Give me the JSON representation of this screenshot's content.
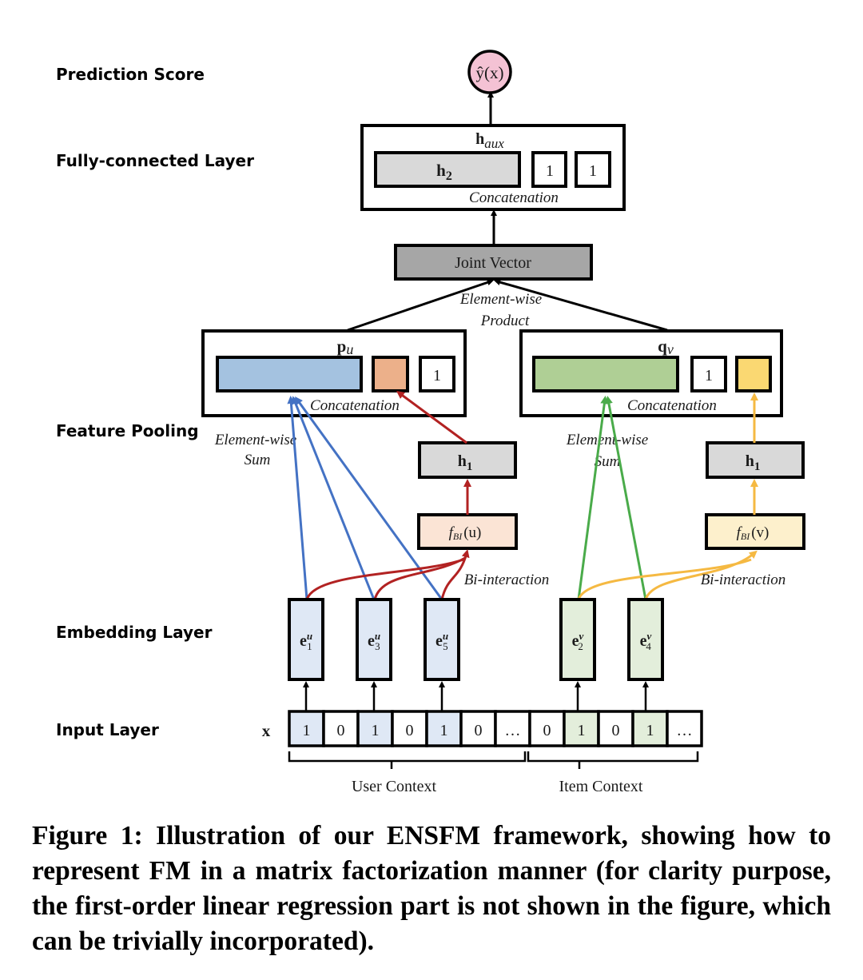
{
  "layer_labels": {
    "prediction": "Prediction Score",
    "fully_connected": "Fully-connected Layer",
    "feature_pooling": "Feature Pooling",
    "embedding": "Embedding Layer",
    "input": "Input Layer"
  },
  "output_node": {
    "label": "ŷ(x)",
    "fill": "#f4c2d4"
  },
  "haux": {
    "title_main": "h",
    "title_sub": "aux",
    "h2_main": "h",
    "h2_sub": "2",
    "ones": [
      "1",
      "1"
    ],
    "concat_label": "Concatenation"
  },
  "joint_vector": {
    "label": "Joint Vector",
    "fill": "#a6a6a6"
  },
  "product_label": {
    "line1": "Element-wise",
    "line2": "Product"
  },
  "user_pool": {
    "title_main": "p",
    "title_sub": "u",
    "one": "1",
    "concat_label": "Concatenation",
    "sum_line1": "Element-wise",
    "sum_line2": "Sum",
    "h1_main": "h",
    "h1_sub": "1",
    "fbi_main": "f",
    "fbi_sub": "BI",
    "fbi_arg": "(u)",
    "bi_label": "Bi-interaction",
    "colors": {
      "vector": "#a4c2e0",
      "bias": "#ecb08a",
      "fbi": "#fbe4d5",
      "sum_edge": "#4472c4",
      "bi_edge": "#b22222"
    }
  },
  "item_pool": {
    "title_main": "q",
    "title_sub": "v",
    "one": "1",
    "concat_label": "Concatenation",
    "sum_line1": "Element-wise",
    "sum_line2": "Sum",
    "h1_main": "h",
    "h1_sub": "1",
    "fbi_main": "f",
    "fbi_sub": "BI",
    "fbi_arg": "(v)",
    "bi_label": "Bi-interaction",
    "colors": {
      "vector": "#afcf95",
      "bias": "#fad872",
      "fbi": "#fdf0cc",
      "sum_edge": "#4aab4a",
      "bi_edge": "#f5b942"
    }
  },
  "embeddings": [
    {
      "main": "e",
      "sup": "u",
      "sub": "1",
      "group": "user"
    },
    {
      "main": "e",
      "sup": "u",
      "sub": "3",
      "group": "user"
    },
    {
      "main": "e",
      "sup": "u",
      "sub": "5",
      "group": "user"
    },
    {
      "main": "e",
      "sup": "v",
      "sub": "2",
      "group": "item"
    },
    {
      "main": "e",
      "sup": "v",
      "sub": "4",
      "group": "item"
    }
  ],
  "input_vector": {
    "label": "x",
    "cells": [
      {
        "value": "1",
        "active": true,
        "group": "user"
      },
      {
        "value": "0",
        "active": false,
        "group": "user"
      },
      {
        "value": "1",
        "active": true,
        "group": "user"
      },
      {
        "value": "0",
        "active": false,
        "group": "user"
      },
      {
        "value": "1",
        "active": true,
        "group": "user"
      },
      {
        "value": "0",
        "active": false,
        "group": "user"
      },
      {
        "value": "…",
        "active": false,
        "group": "user"
      },
      {
        "value": "0",
        "active": false,
        "group": "item"
      },
      {
        "value": "1",
        "active": true,
        "group": "item"
      },
      {
        "value": "0",
        "active": false,
        "group": "item"
      },
      {
        "value": "1",
        "active": true,
        "group": "item"
      },
      {
        "value": "…",
        "active": false,
        "group": "item"
      }
    ],
    "user_context": "User Context",
    "item_context": "Item Context",
    "user_cell_fill": "#dfe8f5",
    "item_cell_fill": "#e3eedb"
  },
  "box_fill_gray": "#d9d9d9",
  "caption": "Figure 1: Illustration of our ENSFM framework, showing how to represent FM in a matrix factorization manner (for clarity purpose, the first-order linear regression part is not shown in the figure, which can be trivially incorporated)."
}
